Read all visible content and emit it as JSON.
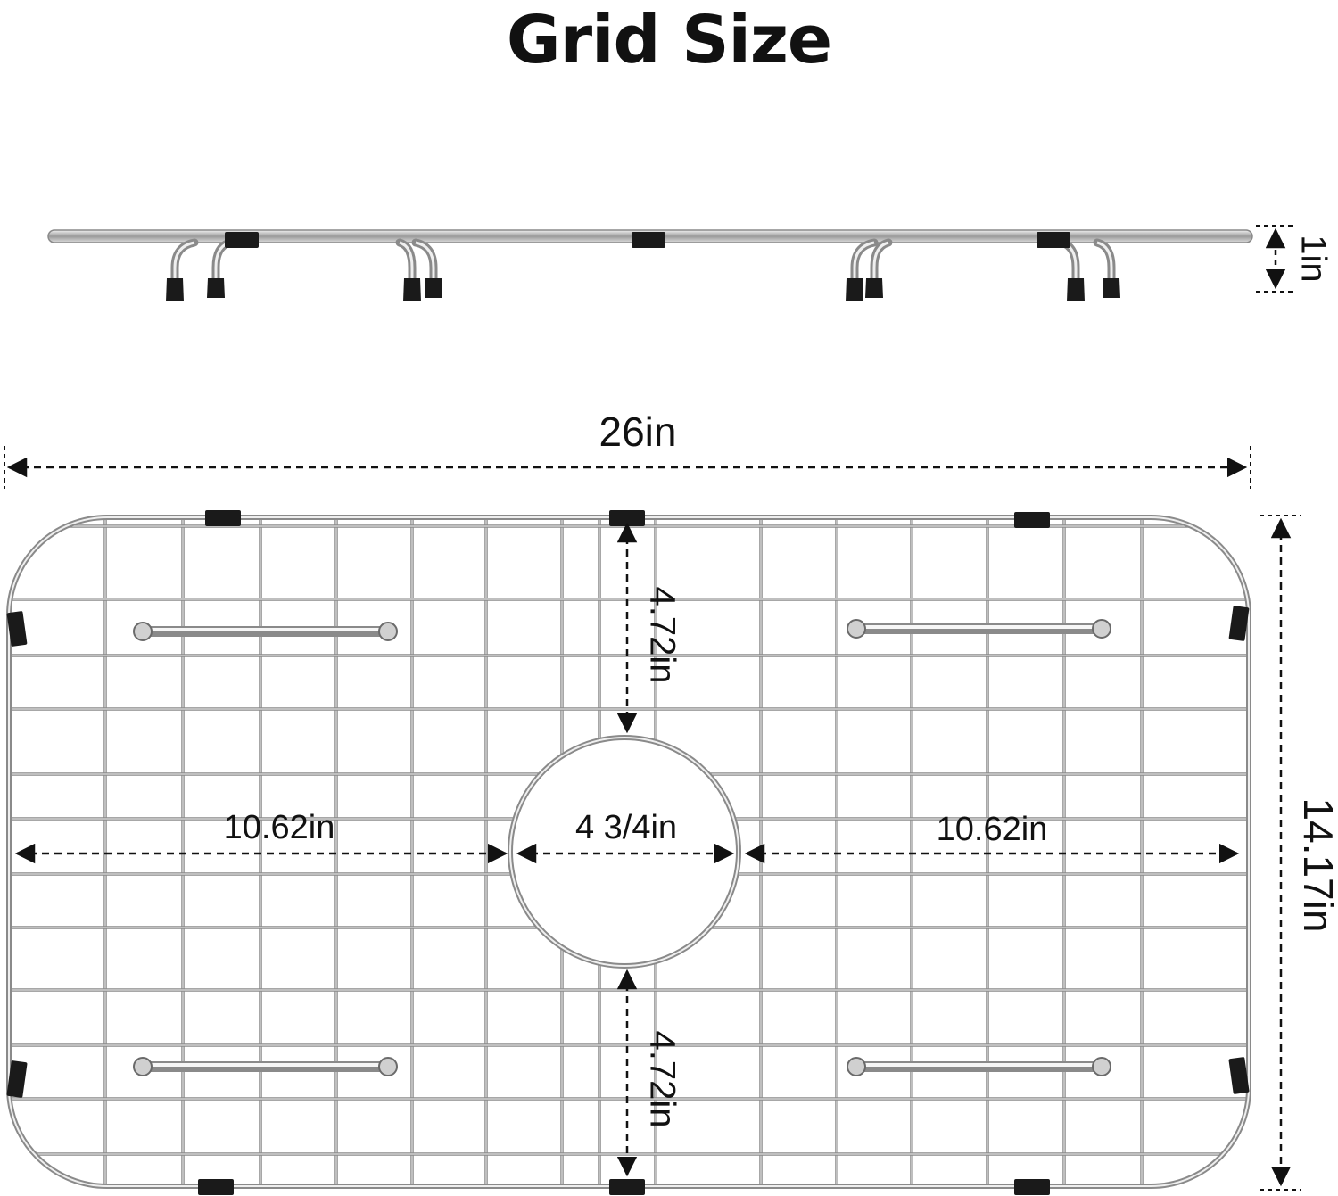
{
  "title": "Grid Size",
  "dimensions": {
    "height": "1in",
    "width": "26in",
    "depth": "14.17in",
    "top_gap": "4.72in",
    "bottom_gap": "4.72in",
    "left_span": "10.62in",
    "right_span": "10.62in",
    "drain_diameter": "4 3/4in"
  },
  "colors": {
    "text": "#111111",
    "wire": "#8a8a8a",
    "wire_light": "#c9c9c9",
    "bumper": "#1a1a1a"
  }
}
